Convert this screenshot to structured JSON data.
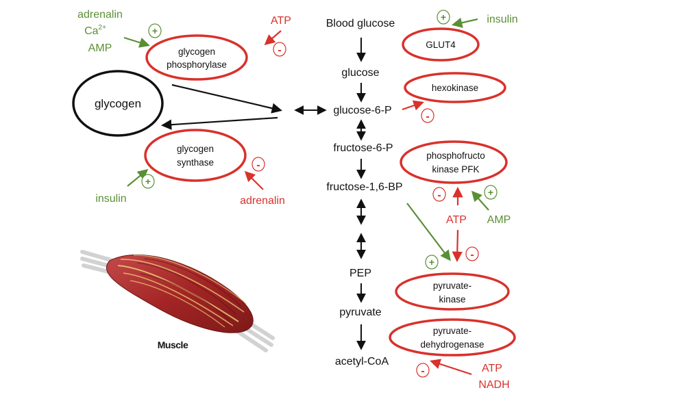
{
  "pathway": {
    "blood_glucose": "Blood glucose",
    "glucose": "glucose",
    "g6p": "glucose-6-P",
    "f6p": "fructose-6-P",
    "f16bp": "fructose-1,6-BP",
    "pep": "PEP",
    "pyruvate": "pyruvate",
    "acetyl_coa": "acetyl-CoA"
  },
  "glycogen": {
    "label": "glycogen"
  },
  "enzymes": {
    "glycogen_phosphorylase": [
      "glycogen",
      "phosphorylase"
    ],
    "glycogen_synthase": [
      "glycogen",
      "synthase"
    ],
    "glut4": "GLUT4",
    "hexokinase": "hexokinase",
    "pfk": [
      "phosphofructo",
      "kinase PFK"
    ],
    "pyruvate_kinase": [
      "pyruvate-",
      "kinase"
    ],
    "pdh": [
      "pyruvate-",
      "dehydrogenase"
    ]
  },
  "regulators": {
    "phosphorylase_activators": [
      "adrenalin",
      "Ca",
      "AMP"
    ],
    "calcium_charge": "2+",
    "phosphorylase_inhibitor": "ATP",
    "synthase_activator": "insulin",
    "synthase_inhibitor": "adrenalin",
    "glut4_activator": "insulin",
    "pfk_inhibitor": "ATP",
    "pfk_activator": "AMP",
    "pdh_inhibitors": [
      "ATP",
      "NADH"
    ]
  },
  "signs": {
    "plus": "+",
    "minus": "-"
  },
  "muscle": {
    "caption": "Muscle"
  },
  "colors": {
    "enzyme_ring": "#d9312b",
    "activator": "#5a8f34",
    "inhibitor": "#d9312b",
    "pathway": "#111111"
  }
}
